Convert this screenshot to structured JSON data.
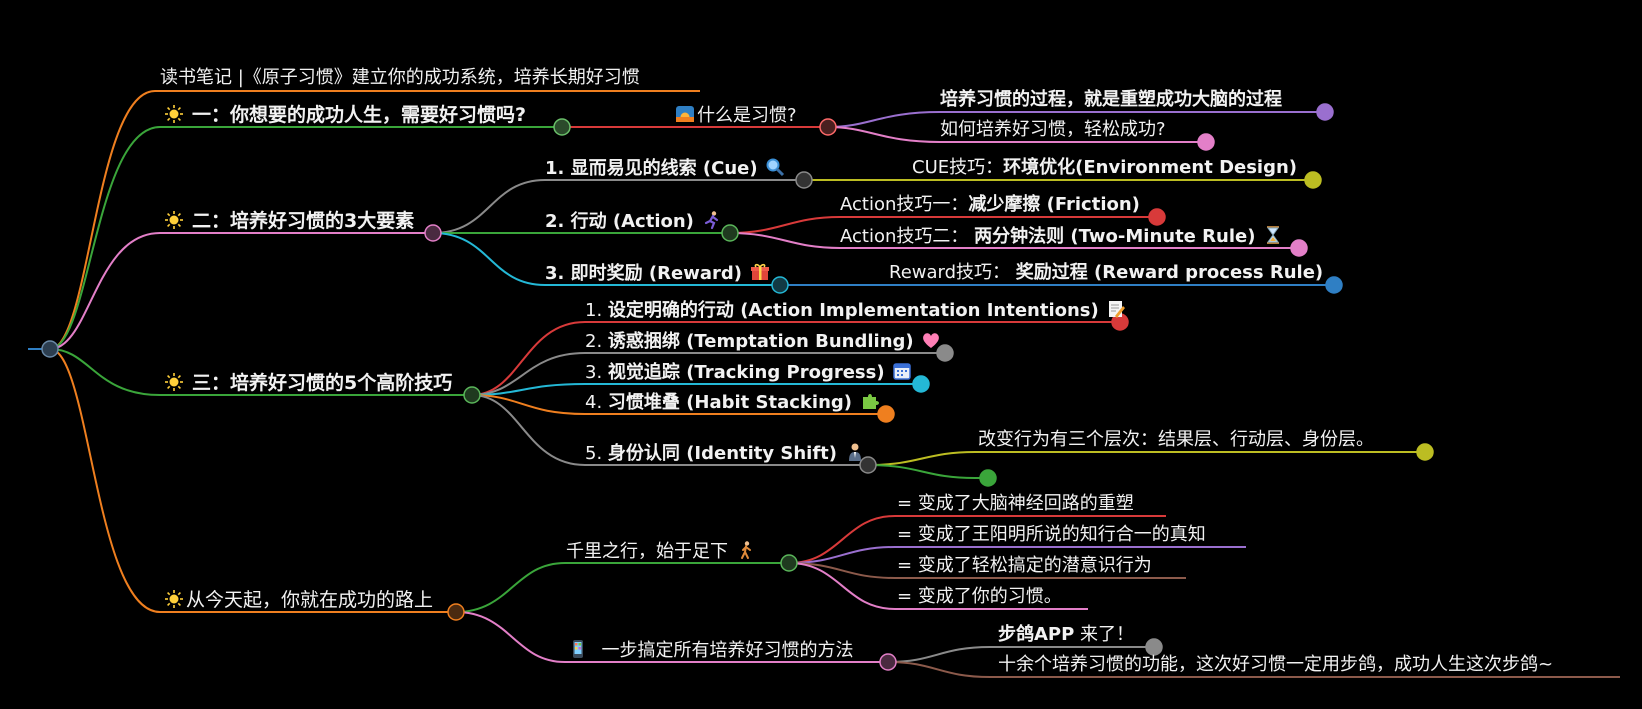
{
  "colors": {
    "background": "#000000",
    "orange": "#ef7f1f",
    "green": "#3aa53a",
    "pink": "#e37fc8",
    "gray": "#8a8a8a",
    "cyan": "#24b8d6",
    "blue": "#2f7fc4",
    "red": "#d83a3a",
    "purple": "#9a6fcf",
    "olive": "#bcbd22",
    "brown": "#8c5a4b"
  },
  "title": "读书笔记 |《原子习惯》建立你的成功系统，培养长期好习惯",
  "branch1": {
    "label": "一：你想要的成功人生，需要好习惯吗?",
    "icon": "sun-icon",
    "child": {
      "label": "什么是习惯?",
      "icon": "sunrise-icon",
      "items": [
        "培养习惯的过程，就是重塑成功大脑的过程",
        "如何培养好习惯，轻松成功?"
      ]
    }
  },
  "branch2": {
    "label": "二：培养好习惯的3大要素",
    "icon": "sun-icon",
    "cue": {
      "label": "1. 显而易见的线索 (Cue)",
      "icon": "magnifier-icon",
      "tip_prefix": "CUE技巧：",
      "tip_bold": "环境优化(Environment Design)"
    },
    "action": {
      "label": "2. 行动 (Action)",
      "icon": "runner-icon",
      "tip1_prefix": "Action技巧一：",
      "tip1_bold": "减少摩擦 (Friction)",
      "tip2_prefix": "Action技巧二：",
      "tip2_bold": "两分钟法则 (Two-Minute Rule)",
      "tip2_icon": "hourglass-icon"
    },
    "reward": {
      "label": "3. 即时奖励 (Reward)",
      "icon": "gift-icon",
      "tip_prefix": "Reward技巧：",
      "tip_bold": "奖励过程 (Reward process Rule)"
    }
  },
  "branch3": {
    "label": "三：培养好习惯的5个高阶技巧",
    "icon": "sun-icon",
    "items": [
      {
        "num": "1.",
        "bold": "设定明确的行动 (Action Implementation Intentions)",
        "icon": "memo-icon"
      },
      {
        "num": "2.",
        "bold": "诱惑捆绑 (Temptation Bundling)",
        "icon": "heart-icon"
      },
      {
        "num": "3.",
        "bold": "视觉追踪 (Tracking Progress)",
        "icon": "calendar-icon"
      },
      {
        "num": "4.",
        "bold": "习惯堆叠 (Habit Stacking)",
        "icon": "puzzle-icon"
      },
      {
        "num": "5.",
        "bold": "身份认同 (Identity Shift)",
        "icon": "person-icon"
      }
    ],
    "identity_note": "改变行为有三个层次：结果层、行动层、身份层。"
  },
  "branch4": {
    "label": "从今天起，你就在成功的路上",
    "icon": "sun-icon",
    "journey": {
      "label": "千里之行，始于足下",
      "icon": "walker-icon",
      "items": [
        "= 变成了大脑神经回路的重塑",
        "= 变成了王阳明所说的知行合一的真知",
        "= 变成了轻松搞定的潜意识行为",
        "= 变成了你的习惯。"
      ]
    },
    "app": {
      "label": "一步搞定所有培养好习惯的方法",
      "icon": "phone-icon",
      "title_bold": "步鸽APP",
      "title_rest": " 来了！",
      "desc": "十余个培养习惯的功能，这次好习惯一定用步鸽，成功人生这次步鸽~"
    }
  }
}
